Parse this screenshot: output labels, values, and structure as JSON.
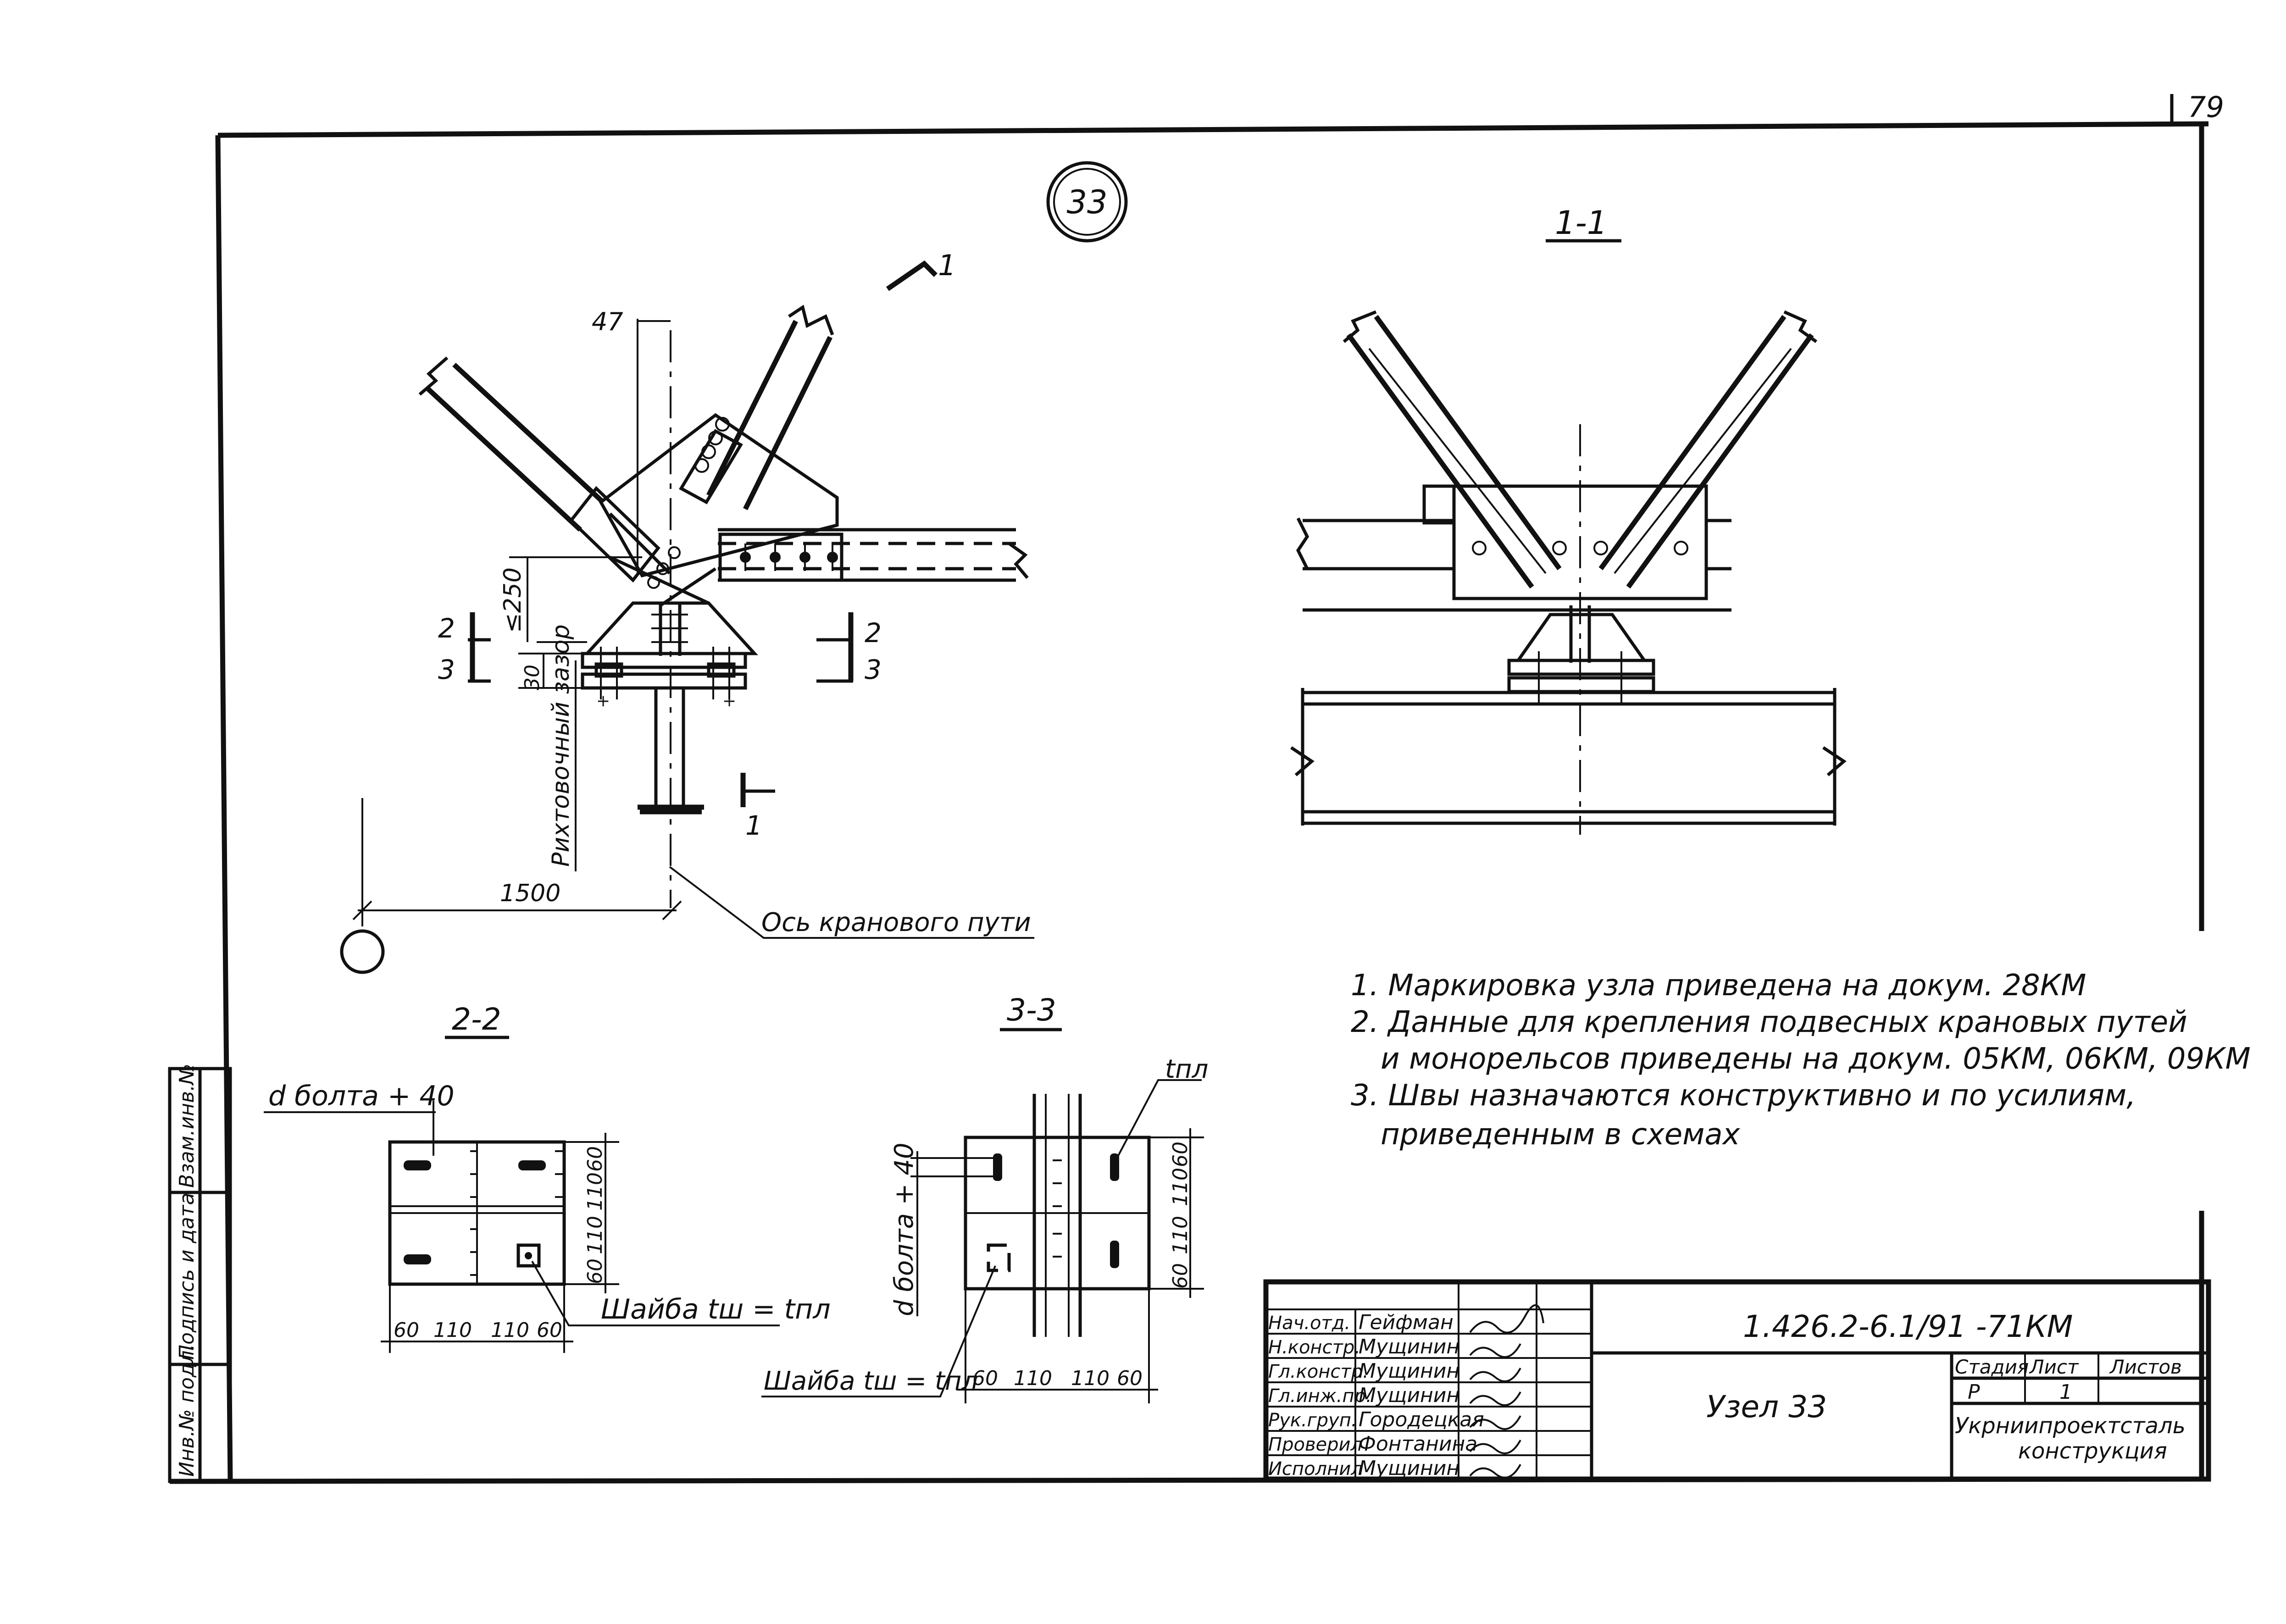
{
  "page_number": "79",
  "node": {
    "number": "33",
    "section_mark": "1",
    "dim_47": "47",
    "dim_le250": "≤250",
    "dim_30": "30",
    "section_2_label": "2",
    "section_3_label": "3",
    "rect_gap_label": "Рихтовочный зазор",
    "dim_1500": "1500",
    "crane_axis_label": "Ось кранового пути"
  },
  "section_1_1": {
    "title": "1-1"
  },
  "section_2_2": {
    "title": "2-2",
    "d_label": "d болта + 40",
    "washer_label": "Шайба tш = tпл",
    "dims_bottom": [
      "60",
      "110",
      "110",
      "60"
    ],
    "dims_right": [
      "60",
      "110",
      "110",
      "60"
    ]
  },
  "section_3_3": {
    "title": "3-3",
    "t_label": "tпл",
    "d_label": "d болта + 40",
    "washer_label": "Шайба tш = tпл",
    "dims_bottom": [
      "60",
      "110",
      "110",
      "60"
    ],
    "dims_right": [
      "60",
      "110",
      "110",
      "60"
    ]
  },
  "notes": [
    "1. Маркировка узла приведена на докум. 28КМ",
    "2. Данные для крепления подвесных крановых путей",
    "и монорельсов приведены на докум. 05КМ, 06КМ, 09КМ",
    "3. Швы назначаются конструктивно и по усилиям,",
    "приведенным в схемах"
  ],
  "left_stamp": [
    "Инв.№ подл.",
    "Подпись и дата",
    "Взам.инв.№"
  ],
  "title_block": {
    "doc_code": "1.426.2-6.1/91 -71КМ",
    "title": "Узел 33",
    "col_stage": "Стадия",
    "col_sheet": "Лист",
    "col_sheets": "Листов",
    "stage": "Р",
    "sheet": "1",
    "org_line1": "Укрниипроектсталь",
    "org_line2": "конструкция",
    "staff": [
      {
        "role": "Нач.отд.",
        "name": "Гейфман"
      },
      {
        "role": "Н.констр.",
        "name": "Мущинин"
      },
      {
        "role": "Гл.констр.",
        "name": "Мущинин"
      },
      {
        "role": "Гл.инж.пр.",
        "name": "Мущинин"
      },
      {
        "role": "Рук.груп.",
        "name": "Городецкая"
      },
      {
        "role": "Проверил",
        "name": "Фонтанина"
      },
      {
        "role": "Исполнил",
        "name": "Мущинин"
      }
    ]
  }
}
